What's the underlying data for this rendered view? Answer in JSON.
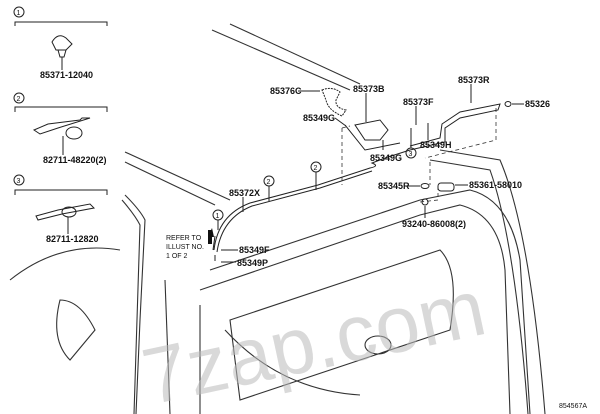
{
  "legend": [
    {
      "index": "1",
      "part": "85371-12040"
    },
    {
      "index": "2",
      "part": "82711-48220(2)"
    },
    {
      "index": "3",
      "part": "82711-12820"
    }
  ],
  "callouts": {
    "p85376C": "85376C",
    "p85373B": "85373B",
    "p85373R": "85373R",
    "p85373F": "85373F",
    "p85326": "85326",
    "p85349G_a": "85349G",
    "p85349G_b": "85349G",
    "p85349H": "85349H",
    "p85345R": "85345R",
    "p85361": "85361-58010",
    "p93240": "93240-86008(2)",
    "p85372X": "85372X",
    "p85349F": "85349F",
    "p85349P": "85349P"
  },
  "markers": [
    "1",
    "2",
    "2",
    "3"
  ],
  "refer_note": [
    "REFER TO",
    "ILLUST NO.",
    "1 OF 2"
  ],
  "diagram_id": "854567A",
  "watermark": "7zap.com"
}
